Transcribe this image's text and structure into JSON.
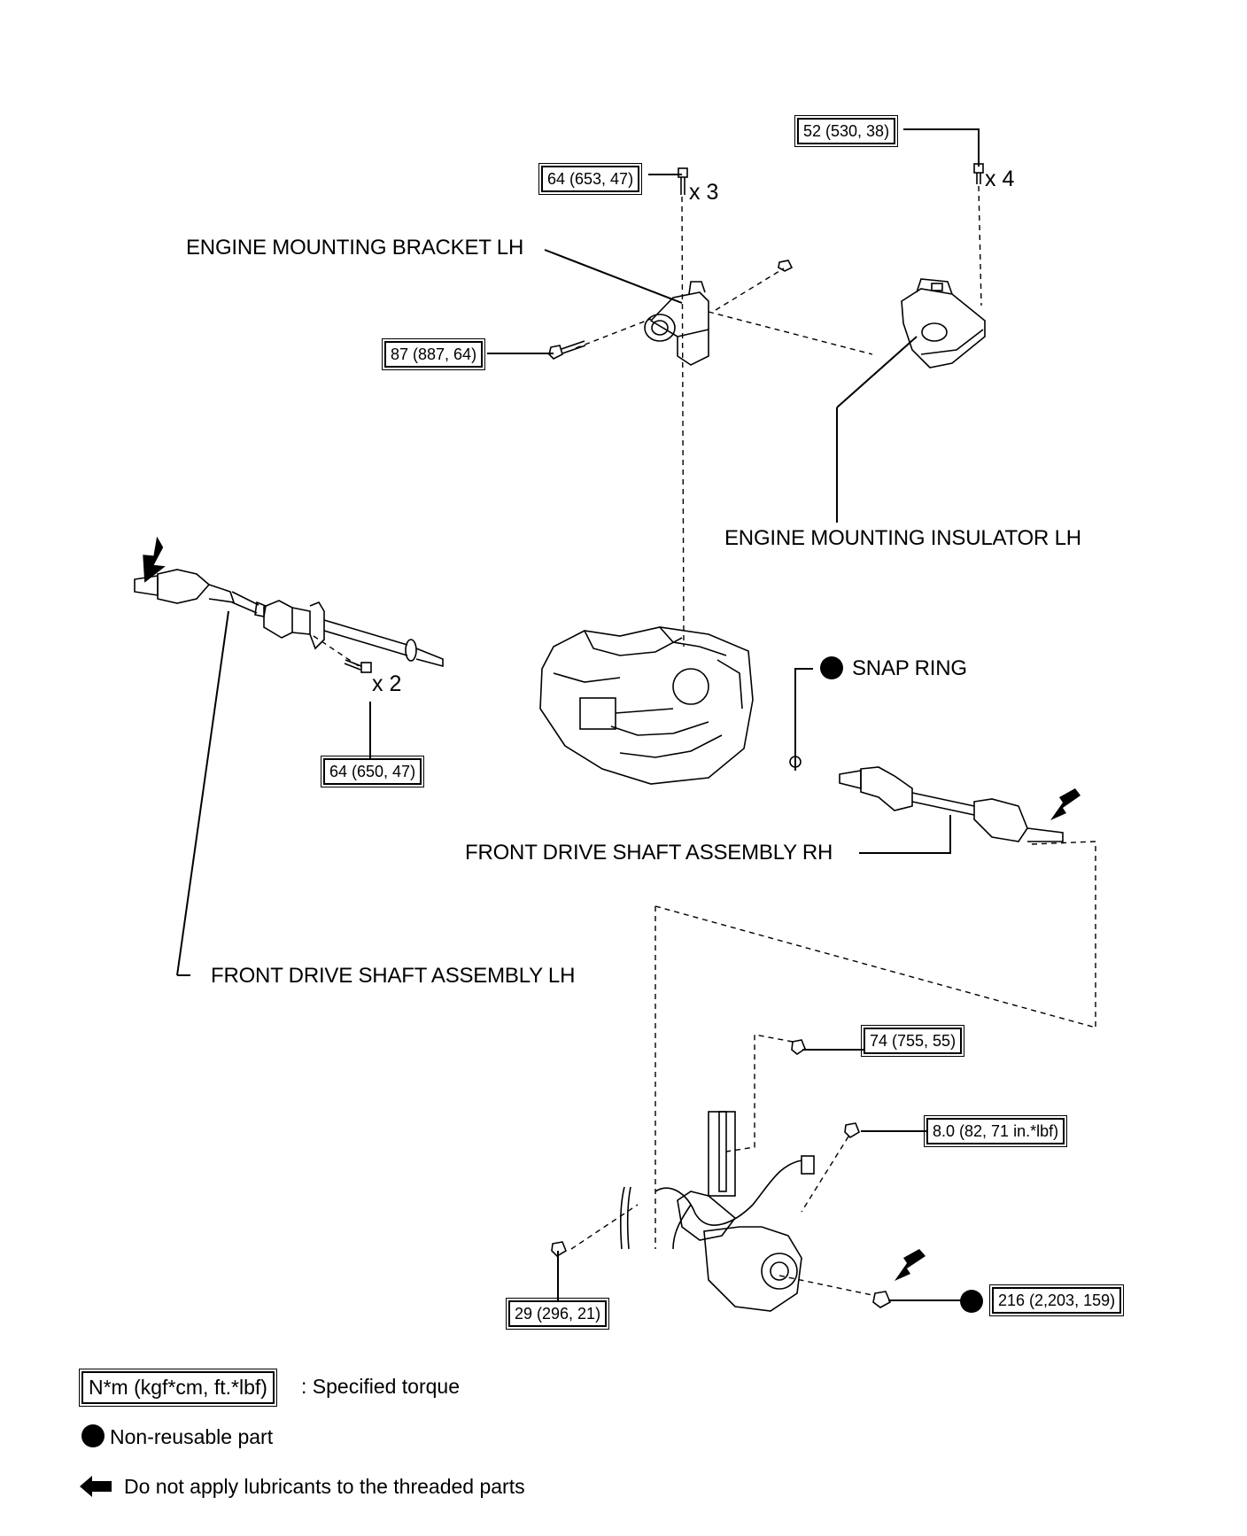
{
  "parts": {
    "engine_mounting_bracket_lh": "ENGINE MOUNTING BRACKET LH",
    "engine_mounting_insulator_lh": "ENGINE MOUNTING INSULATOR LH",
    "snap_ring": "SNAP RING",
    "front_drive_shaft_rh": "FRONT DRIVE SHAFT ASSEMBLY RH",
    "front_drive_shaft_lh": "FRONT DRIVE SHAFT ASSEMBLY LH"
  },
  "torques": {
    "t1": "52 (530, 38)",
    "t2": "64 (653, 47)",
    "t3": "87 (887, 64)",
    "t4": "64 (650, 47)",
    "t5": "74 (755, 55)",
    "t6": "8.0 (82, 71 in.*lbf)",
    "t7": "29 (296, 21)",
    "t8": "216 (2,203, 159)"
  },
  "multipliers": {
    "x3": "x 3",
    "x4": "x 4",
    "x2": "x 2"
  },
  "legend": {
    "torque_unit": "N*m (kgf*cm, ft.*lbf)",
    "torque_desc": ": Specified torque",
    "non_reusable": "Non-reusable part",
    "no_lubricant": "Do not apply lubricants to the threaded parts"
  }
}
